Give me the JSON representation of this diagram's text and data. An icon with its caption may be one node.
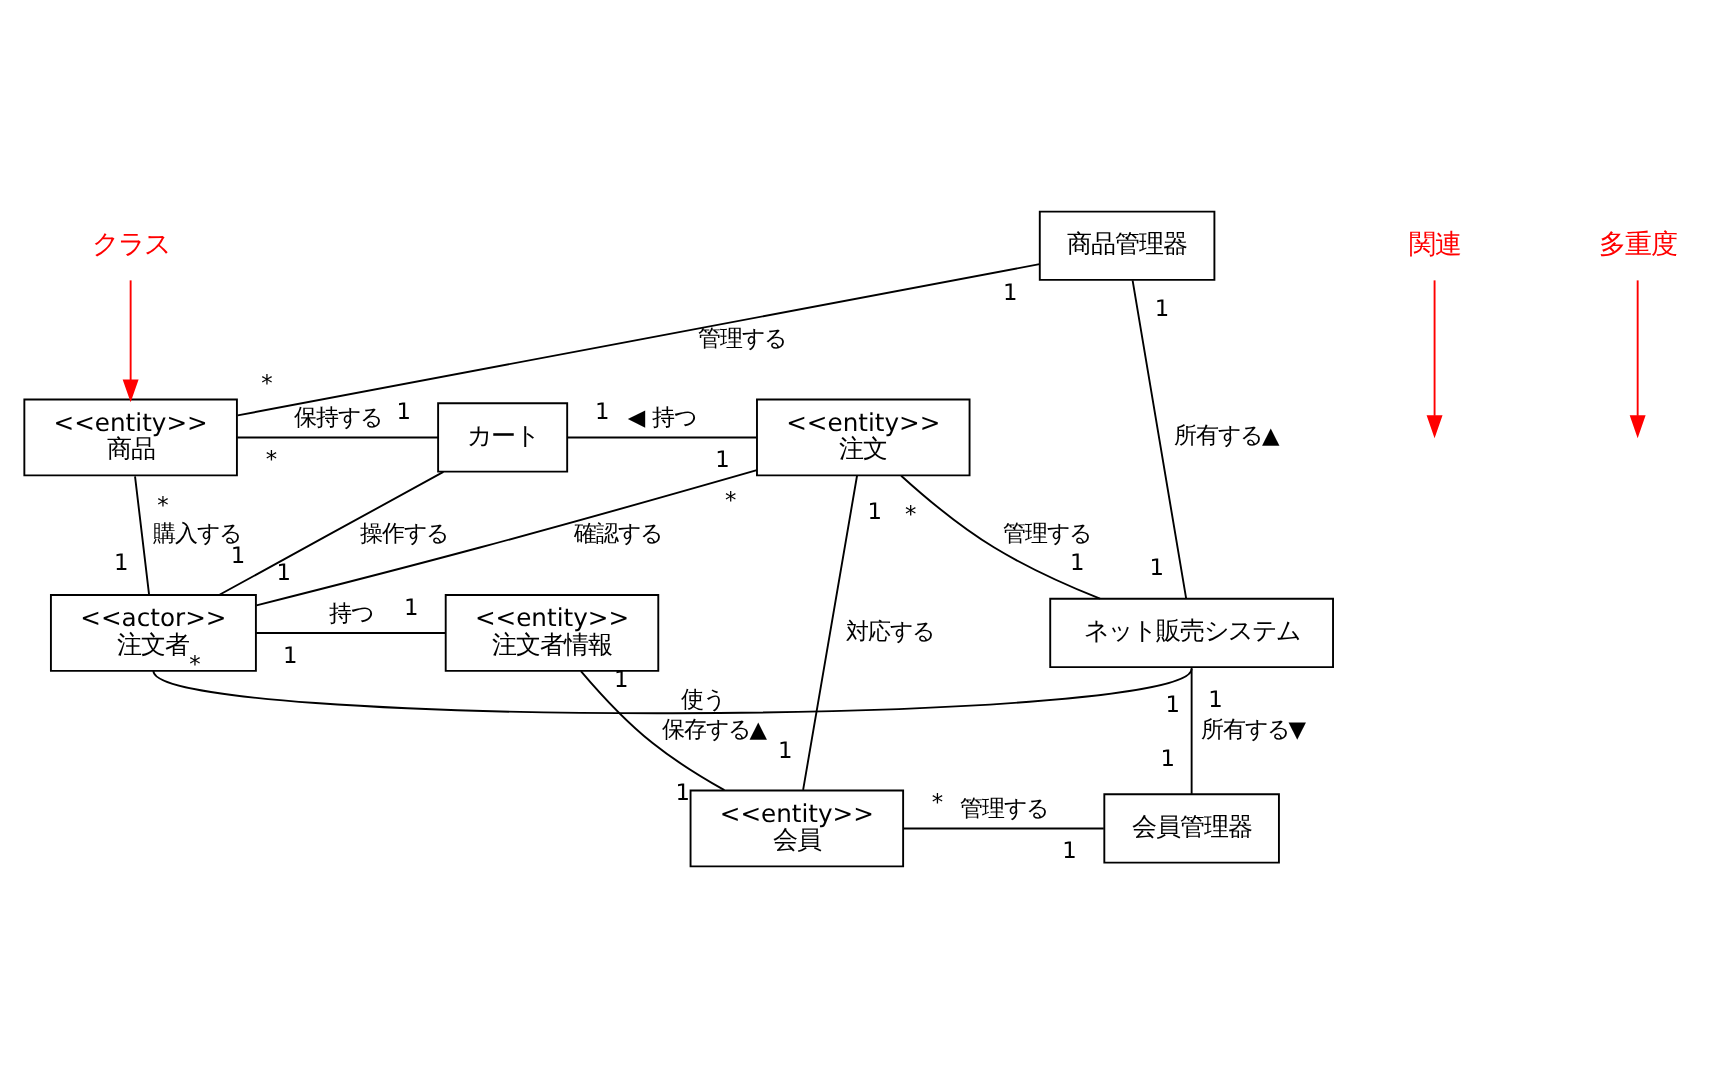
{
  "diagram": {
    "nodes": [
      {
        "text": [
          "商品管理器"
        ]
      },
      {
        "text": [
          "クラス"
        ]
      },
      {
        "text": [
          "<<entity>>",
          "商品"
        ]
      },
      {
        "text": [
          "カート"
        ]
      },
      {
        "text": [
          "<<entity>>",
          "注文"
        ]
      },
      {
        "text": [
          "関連"
        ]
      },
      {
        "text": [
          "多重度"
        ]
      },
      {
        "text": [
          "<<actor>>",
          "注文者"
        ]
      },
      {
        "text": [
          "<<entity>>",
          "注文者情報"
        ]
      },
      {
        "text": [
          "ネット販売システム"
        ]
      },
      {
        "text": [
          "<<entity>>",
          "会員"
        ]
      },
      {
        "text": [
          "会員管理器"
        ]
      }
    ],
    "edges": [
      {
        "from": 0,
        "to": 2,
        "arrow": "none",
        "label": "管理する"
      },
      {
        "from": 1,
        "to": 2,
        "arrow": "to",
        "color": "#ff0000"
      },
      {
        "from": 2,
        "to": 3,
        "arrow": "none",
        "label": "保持する"
      },
      {
        "from": 3,
        "to": 4,
        "arrow": "none",
        "label": "◀ 持つ"
      },
      {
        "from": 2,
        "to": 7,
        "arrow": "none",
        "label": "購入する"
      },
      {
        "from": 3,
        "to": 7,
        "arrow": "none",
        "label": "操作する"
      },
      {
        "from": 4,
        "to": 7,
        "arrow": "none",
        "label": "確認する"
      },
      {
        "from": 4,
        "to": 9,
        "arrow": "none",
        "label": "管理する"
      },
      {
        "from": 0,
        "to": 9,
        "arrow": "none",
        "label": "所有する▲"
      },
      {
        "from": 5,
        "to": null,
        "arrow": "to",
        "color": "#ff0000"
      },
      {
        "from": 6,
        "to": null,
        "arrow": "to",
        "color": "#ff0000"
      },
      {
        "from": 7,
        "to": 8,
        "arrow": "none",
        "label": "持つ"
      },
      {
        "from": 8,
        "to": 10,
        "arrow": "none",
        "label": "保存する▲"
      },
      {
        "from": 4,
        "to": 10,
        "arrow": "none",
        "label": "対応する"
      },
      {
        "from": 9,
        "to": 11,
        "arrow": "none",
        "label": "所有する▼"
      },
      {
        "from": 10,
        "to": 11,
        "arrow": "none",
        "label": "管理する"
      },
      {
        "from": 7,
        "to": 9,
        "arrow": "none",
        "label": "使う"
      }
    ],
    "labels": [
      "1",
      "*",
      "*",
      "1",
      "1",
      "1",
      "*",
      "1",
      "1",
      "*",
      "1",
      "*",
      "1",
      "1",
      "1",
      "1",
      "1",
      "1",
      "1",
      "1",
      "1",
      "1",
      "1",
      "*",
      "1",
      "*",
      "1"
    ]
  }
}
